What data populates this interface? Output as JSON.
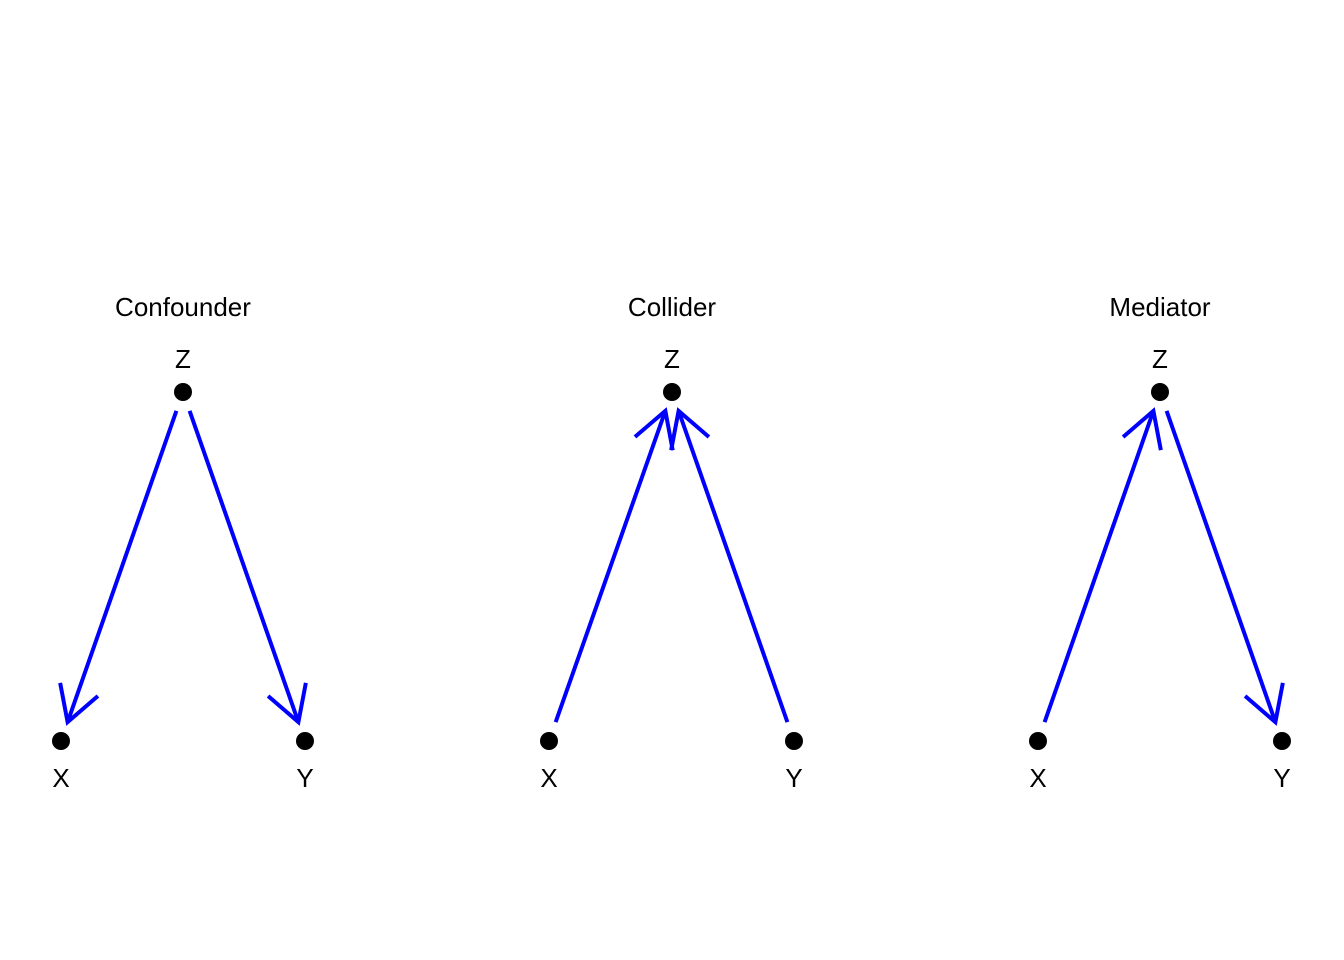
{
  "colors": {
    "edge": "#0000ff",
    "node": "#000000",
    "background": "#ffffff"
  },
  "panels": [
    {
      "title": "Confounder",
      "nodes": [
        {
          "id": "Z",
          "label": "Z"
        },
        {
          "id": "X",
          "label": "X"
        },
        {
          "id": "Y",
          "label": "Y"
        }
      ],
      "edges": [
        {
          "from": "Z",
          "to": "X"
        },
        {
          "from": "Z",
          "to": "Y"
        }
      ]
    },
    {
      "title": "Collider",
      "nodes": [
        {
          "id": "Z",
          "label": "Z"
        },
        {
          "id": "X",
          "label": "X"
        },
        {
          "id": "Y",
          "label": "Y"
        }
      ],
      "edges": [
        {
          "from": "X",
          "to": "Z"
        },
        {
          "from": "Y",
          "to": "Z"
        }
      ]
    },
    {
      "title": "Mediator",
      "nodes": [
        {
          "id": "Z",
          "label": "Z"
        },
        {
          "id": "X",
          "label": "X"
        },
        {
          "id": "Y",
          "label": "Y"
        }
      ],
      "edges": [
        {
          "from": "X",
          "to": "Z"
        },
        {
          "from": "Z",
          "to": "Y"
        }
      ]
    }
  ]
}
